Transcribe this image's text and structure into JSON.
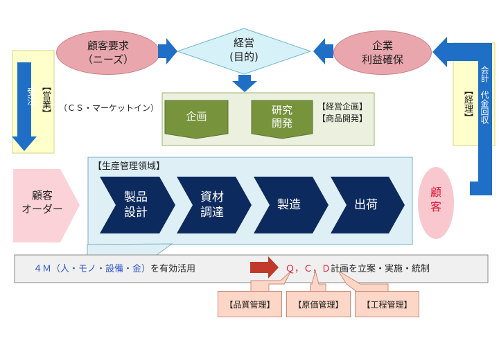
{
  "top": {
    "customer_request": [
      "顧客要求",
      "（ニーズ）"
    ],
    "management_goal": [
      "経営",
      "(目的)"
    ],
    "company_profit": [
      "企業",
      "利益確保"
    ]
  },
  "left_bar": {
    "label_bracket": "【営業】",
    "label_main": "受注"
  },
  "right_bar": {
    "label_bracket": "【経理】",
    "label_main": "会計　代金回収"
  },
  "cs_text": "（ＣＳ・マーケットイン）",
  "planning": {
    "item1": "企画",
    "item2": [
      "研究",
      "開発"
    ],
    "note_line1": "【経営企画】",
    "note_line2": "【商品開発】"
  },
  "production": {
    "title": "【生産管理領域】",
    "steps": [
      [
        "製品",
        "設計"
      ],
      [
        "資材",
        "調達"
      ],
      [
        "製造"
      ],
      [
        "出荷"
      ]
    ]
  },
  "customer_order": [
    "顧客",
    "オーダー"
  ],
  "customer": [
    "顧",
    "客"
  ],
  "bottom": {
    "four_m": "４Ｍ（人・モノ・設備・金）",
    "use_text": "を有効活用",
    "qcd": "Ｑ，Ｃ，Ｄ",
    "plan_text": "計画を立案・実施・統制"
  },
  "management_boxes": [
    "【品質管理】",
    "【原価管理】",
    "【工程管理】"
  ],
  "colors": {
    "pink": "#e9a7ad",
    "arrow_blue": "#1f6fc6",
    "navy": "#0d2a5e",
    "green": "#77933c",
    "qcd_red": "#e0183c",
    "four_m_blue": "#2f55c8"
  }
}
